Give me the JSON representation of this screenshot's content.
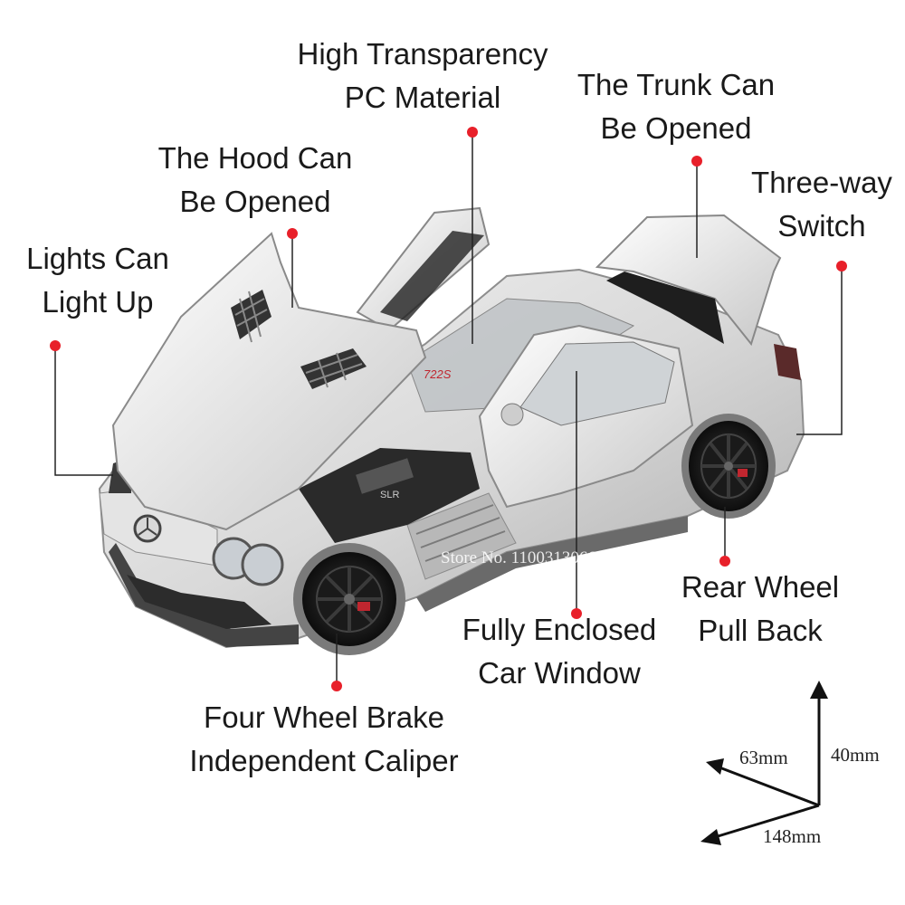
{
  "features": [
    {
      "id": "transparency",
      "line1": "High Transparency",
      "line2": "PC Material"
    },
    {
      "id": "trunk",
      "line1": "The Trunk Can",
      "line2": "Be Opened"
    },
    {
      "id": "hood",
      "line1": "The Hood Can",
      "line2": "Be Opened"
    },
    {
      "id": "switch",
      "line1": "Three-way",
      "line2": "Switch"
    },
    {
      "id": "lights",
      "line1": "Lights Can",
      "line2": "Light Up"
    },
    {
      "id": "rear_wheel",
      "line1": "Rear Wheel",
      "line2": "Pull Back"
    },
    {
      "id": "window",
      "line1": "Fully Enclosed",
      "line2": "Car Window"
    },
    {
      "id": "brake",
      "line1": "Four Wheel Brake",
      "line2": "Independent Caliper"
    }
  ],
  "dimensions": {
    "height": "40mm",
    "width": "63mm",
    "length": "148mm"
  },
  "watermark": "Store No. 1100313066",
  "car_badge": "722S",
  "engine_badge": "SLR",
  "colors": {
    "dot": "#e8202a",
    "car_body": "#d7d7d7",
    "line": "#222222"
  }
}
